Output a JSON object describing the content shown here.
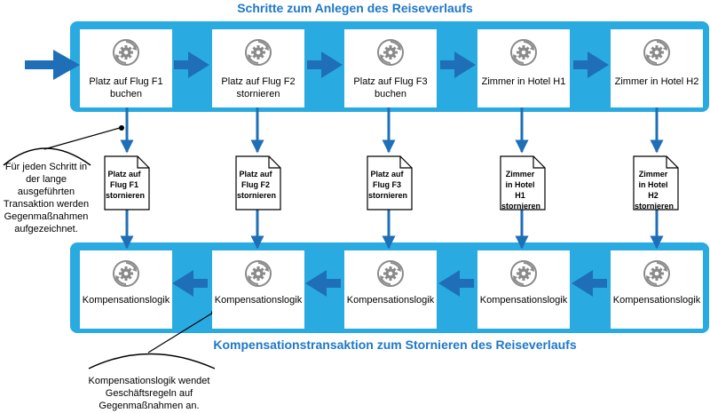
{
  "top_title": "Schritte zum Anlegen des Reiseverlaufs",
  "bottom_title": "Kompensationstransaktion zum Stornieren des Reiseverlaufs",
  "steps": [
    {
      "label": "Platz auf Flug F1 buchen"
    },
    {
      "label": "Platz auf Flug F2 stornieren"
    },
    {
      "label": "Platz auf Flug F3 buchen"
    },
    {
      "label": "Zimmer in Hotel H1"
    },
    {
      "label": "Zimmer in Hotel H2"
    }
  ],
  "documents": [
    {
      "label": "Platz auf Flug F1 stornieren"
    },
    {
      "label": "Platz auf Flug F2 stornieren"
    },
    {
      "label": "Platz auf Flug F3 stornieren"
    },
    {
      "label": "Zimmer in Hotel H1 stornieren"
    },
    {
      "label": "Zimmer in Hotel H2 stornieren"
    }
  ],
  "compensation": [
    {
      "label": "Kompensationslogik"
    },
    {
      "label": "Kompensationslogik"
    },
    {
      "label": "Kompensationslogik"
    },
    {
      "label": "Kompensationslogik"
    },
    {
      "label": "Kompensationslogik"
    }
  ],
  "notes": {
    "left": "Für jeden Schritt in der lange ausgeführten Transaktion werden Gegenmaßnahmen aufgezeichnet.",
    "bottom": "Kompensationslogik wendet Geschäftsregeln auf Gegenmaßnahmen an."
  },
  "colors": {
    "band": "#29abe2",
    "arrow": "#1e6fb8",
    "title": "#1e78c8",
    "icon": "#8a8a8a"
  },
  "icons": {
    "step": "gear-cycle-icon",
    "document": "document-icon"
  }
}
